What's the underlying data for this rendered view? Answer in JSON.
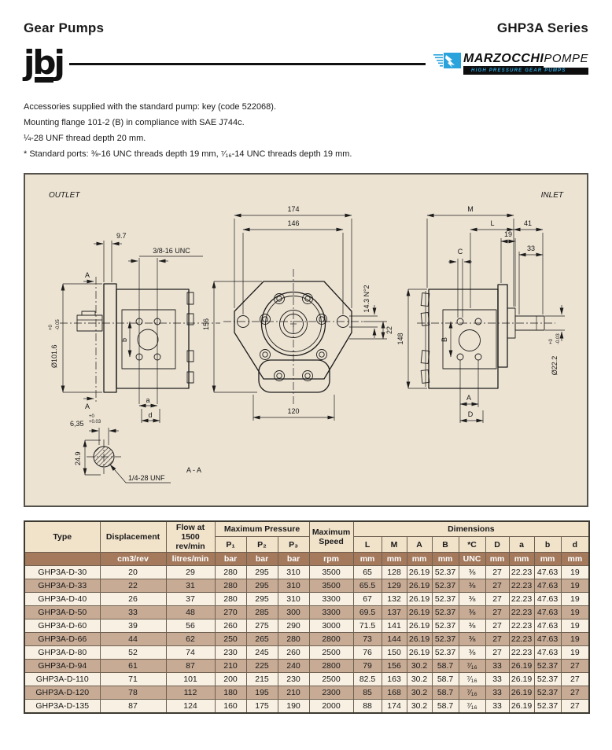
{
  "header": {
    "title": "Gear Pumps",
    "series": "GHP3A Series"
  },
  "logos": {
    "jbj": "jbj",
    "marzocchi": "MARZOCCHI",
    "pompe": "POMPE",
    "tagline": "HIGH PRESSURE GEAR PUMPS"
  },
  "notes": [
    "Accessories supplied with the standard pump: key (code 522068).",
    "Mounting flange 101-2 (B) in compliance with SAE J744c.",
    "¼-28 UNF thread depth 20 mm.",
    "* Standard ports: ⅜-16 UNC threads depth 19 mm, ⁷⁄₁₆-14 UNC threads depth 19 mm."
  ],
  "drawing": {
    "outlet": "OUTLET",
    "inlet": "INLET",
    "left": {
      "dim_9_7": "9.7",
      "thread_top": "3/8-16 UNC",
      "section_a_top": "A",
      "section_a_bottom": "A",
      "dia_flange": "Ø101.6",
      "dia_flange_tol_top": "+0",
      "dia_flange_tol_bottom": "-0.05",
      "dim_b": "b",
      "dim_a": "a",
      "dim_d": "d",
      "key_width": "6,35",
      "key_tol_top": "+0",
      "key_tol_bottom": "+0.03",
      "key_height": "24.9",
      "thread_shaft": "1/4-28 UNF",
      "section_label": "A - A"
    },
    "front": {
      "dim_174": "174",
      "dim_146": "146",
      "dim_156": "156",
      "slot": "14.3 N°2",
      "dim_22": "22",
      "dim_120": "120"
    },
    "right": {
      "dim_m": "M",
      "dim_l": "L",
      "dim_41": "41",
      "dim_19": "19",
      "dim_33": "33",
      "dim_c": "C",
      "dim_b": "B",
      "dim_148": "148",
      "dim_a": "A",
      "dim_d": "D",
      "dia_shaft": "Ø22.2",
      "dia_shaft_tol_top": "+0",
      "dia_shaft_tol_bottom": "-0.03"
    }
  },
  "table": {
    "group_headers": {
      "type": "Type",
      "displacement": "Displacement",
      "flow1": "Flow at",
      "flow2": "1500 rev/min",
      "max_pressure": "Maximum Pressure",
      "max1": "Maximum",
      "max2": "Speed",
      "dimensions": "Dimensions"
    },
    "sub_headers": {
      "p1": "P₁",
      "p2": "P₂",
      "p3": "P₃",
      "l": "L",
      "m": "M",
      "a": "A",
      "b": "B",
      "c": "*C",
      "d": "D",
      "a2": "a",
      "b2": "b",
      "d2": "d"
    },
    "units": [
      "",
      "cm3/rev",
      "litres/min",
      "bar",
      "bar",
      "bar",
      "rpm",
      "mm",
      "mm",
      "mm",
      "mm",
      "UNC",
      "mm",
      "mm",
      "mm",
      "mm"
    ],
    "rows": [
      [
        "GHP3A-D-30",
        "20",
        "29",
        "280",
        "295",
        "310",
        "3500",
        "65",
        "128",
        "26.19",
        "52.37",
        "⅜",
        "27",
        "22.23",
        "47.63",
        "19"
      ],
      [
        "GHP3A-D-33",
        "22",
        "31",
        "280",
        "295",
        "310",
        "3500",
        "65.5",
        "129",
        "26.19",
        "52.37",
        "⅜",
        "27",
        "22.23",
        "47.63",
        "19"
      ],
      [
        "GHP3A-D-40",
        "26",
        "37",
        "280",
        "295",
        "310",
        "3300",
        "67",
        "132",
        "26.19",
        "52.37",
        "⅜",
        "27",
        "22.23",
        "47.63",
        "19"
      ],
      [
        "GHP3A-D-50",
        "33",
        "48",
        "270",
        "285",
        "300",
        "3300",
        "69.5",
        "137",
        "26.19",
        "52.37",
        "⅜",
        "27",
        "22.23",
        "47.63",
        "19"
      ],
      [
        "GHP3A-D-60",
        "39",
        "56",
        "260",
        "275",
        "290",
        "3000",
        "71.5",
        "141",
        "26.19",
        "52.37",
        "⅜",
        "27",
        "22.23",
        "47.63",
        "19"
      ],
      [
        "GHP3A-D-66",
        "44",
        "62",
        "250",
        "265",
        "280",
        "2800",
        "73",
        "144",
        "26.19",
        "52.37",
        "⅜",
        "27",
        "22.23",
        "47.63",
        "19"
      ],
      [
        "GHP3A-D-80",
        "52",
        "74",
        "230",
        "245",
        "260",
        "2500",
        "76",
        "150",
        "26.19",
        "52.37",
        "⅜",
        "27",
        "22.23",
        "47.63",
        "19"
      ],
      [
        "GHP3A-D-94",
        "61",
        "87",
        "210",
        "225",
        "240",
        "2800",
        "79",
        "156",
        "30.2",
        "58.7",
        "⁷⁄₁₆",
        "33",
        "26.19",
        "52.37",
        "27"
      ],
      [
        "GHP3A-D-110",
        "71",
        "101",
        "200",
        "215",
        "230",
        "2500",
        "82.5",
        "163",
        "30.2",
        "58.7",
        "⁷⁄₁₆",
        "33",
        "26.19",
        "52.37",
        "27"
      ],
      [
        "GHP3A-D-120",
        "78",
        "112",
        "180",
        "195",
        "210",
        "2300",
        "85",
        "168",
        "30.2",
        "58.7",
        "⁷⁄₁₆",
        "33",
        "26.19",
        "52.37",
        "27"
      ],
      [
        "GHP3A-D-135",
        "87",
        "124",
        "160",
        "175",
        "190",
        "2000",
        "88",
        "174",
        "30.2",
        "58.7",
        "⁷⁄₁₆",
        "33",
        "26.19",
        "52.37",
        "27"
      ]
    ]
  }
}
